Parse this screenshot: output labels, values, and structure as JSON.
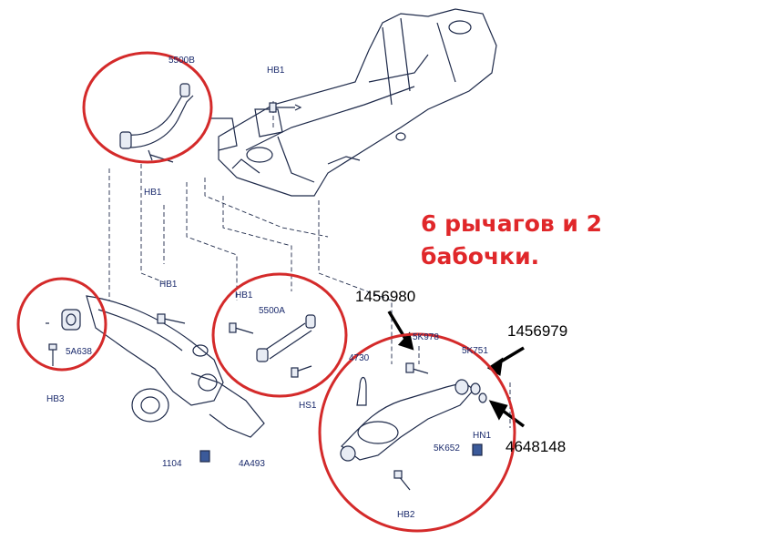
{
  "annotation": {
    "line1": "6 рычагов и 2",
    "line2": "бабочки.",
    "color": "#e0272a"
  },
  "part_numbers": {
    "p1": "1456980",
    "p2": "1456979",
    "p3": "4648148"
  },
  "callouts": {
    "c_5500B": "5500B",
    "c_hb1_top": "HB1",
    "c_hb1_left": "HB1",
    "c_hb1_mid": "HB1",
    "c_hb1_mid2": "HB1",
    "c_5500A": "5500A",
    "c_5A638": "5A638",
    "c_hb3": "HB3",
    "c_hs1": "HS1",
    "c_5K978": "5K978",
    "c_5K751": "5K751",
    "c_4730": "4730",
    "c_hn1": "HN1",
    "c_5K652": "5K652",
    "c_hb2": "HB2",
    "c_1104": "1104",
    "c_4A493": "4A493"
  },
  "colors": {
    "line_art": "#1e2a4a",
    "circle": "#d42a2a",
    "callout_text": "#1a2a6c",
    "part_fill": "#3b5a9a"
  }
}
